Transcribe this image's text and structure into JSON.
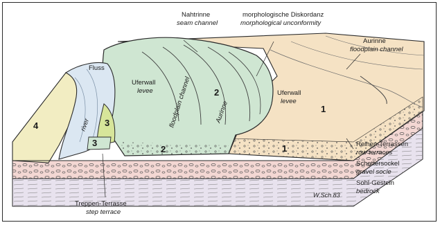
{
  "labels": {
    "nahtrinne_de": "Nahtrinne",
    "nahtrinne_en": "seam channel",
    "diskordanz_de": "morphologische Diskordanz",
    "diskordanz_en": "morphological unconformity",
    "aurinne_de": "Aurinne",
    "aurinne_en": "floodplain channel",
    "fluss_de": "Fluss",
    "river_en": "river",
    "uferwall_left_de": "Uferwall",
    "uferwall_left_en": "levee",
    "uferwall_right_de": "Uferwall",
    "uferwall_right_en": "levee",
    "floodplain_channel_diag": "floodplain channel",
    "aurinne_diag": "Aurinne",
    "reihen_de": "Reihen-Terrassen",
    "reihen_en": "row terraces",
    "schotter_de": "Schottersockel",
    "schotter_en": "gravel socle",
    "sohl_de": "Sohl-Gestein",
    "sohl_en": "bedrock",
    "treppen_de": "Treppen-Terrasse",
    "treppen_en": "step terrace",
    "signature": "W.Sch.83"
  },
  "terrace_numbers": {
    "t4": "4",
    "t3": "3",
    "t3b": "3",
    "t2_upper": "2",
    "t2_lower": "2",
    "t1_upper": "1",
    "t1_lower": "1"
  },
  "colors": {
    "bedrock": "#e8e2ee",
    "gravel_socle": "#f3d7d3",
    "terrace1": "#f5e2c4",
    "terrace2": "#cfe6d2",
    "terrace3": "#d7e59a",
    "terrace4": "#f2edc2",
    "river": "#dbe7f2",
    "outline": "#2a2a2a"
  }
}
